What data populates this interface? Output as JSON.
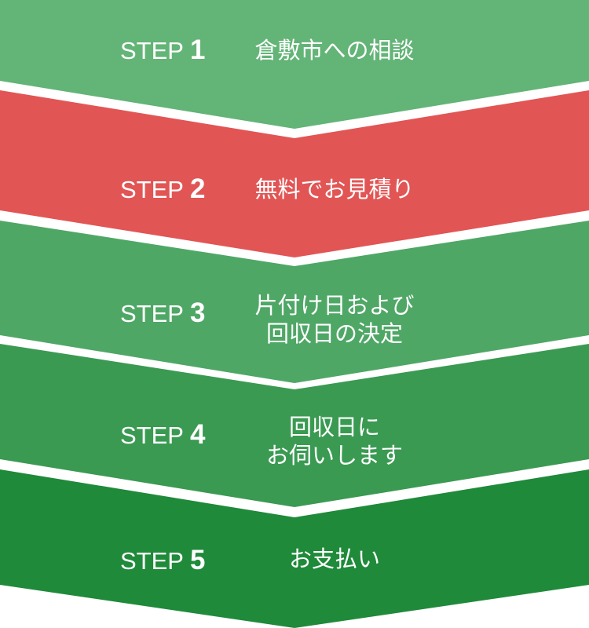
{
  "steps": [
    {
      "prefix": "STEP",
      "number": "1",
      "text": "倉敷市への相談",
      "color": "#63b477"
    },
    {
      "prefix": "STEP",
      "number": "2",
      "text": "無料でお見積り",
      "color": "#e25555"
    },
    {
      "prefix": "STEP",
      "number": "3",
      "text": "片付け日および\n回収日の決定",
      "color": "#4fa766"
    },
    {
      "prefix": "STEP",
      "number": "4",
      "text": "回収日に\nお伺いします",
      "color": "#3a9a52"
    },
    {
      "prefix": "STEP",
      "number": "5",
      "text": "お支払い",
      "color": "#1f8a3a"
    }
  ]
}
